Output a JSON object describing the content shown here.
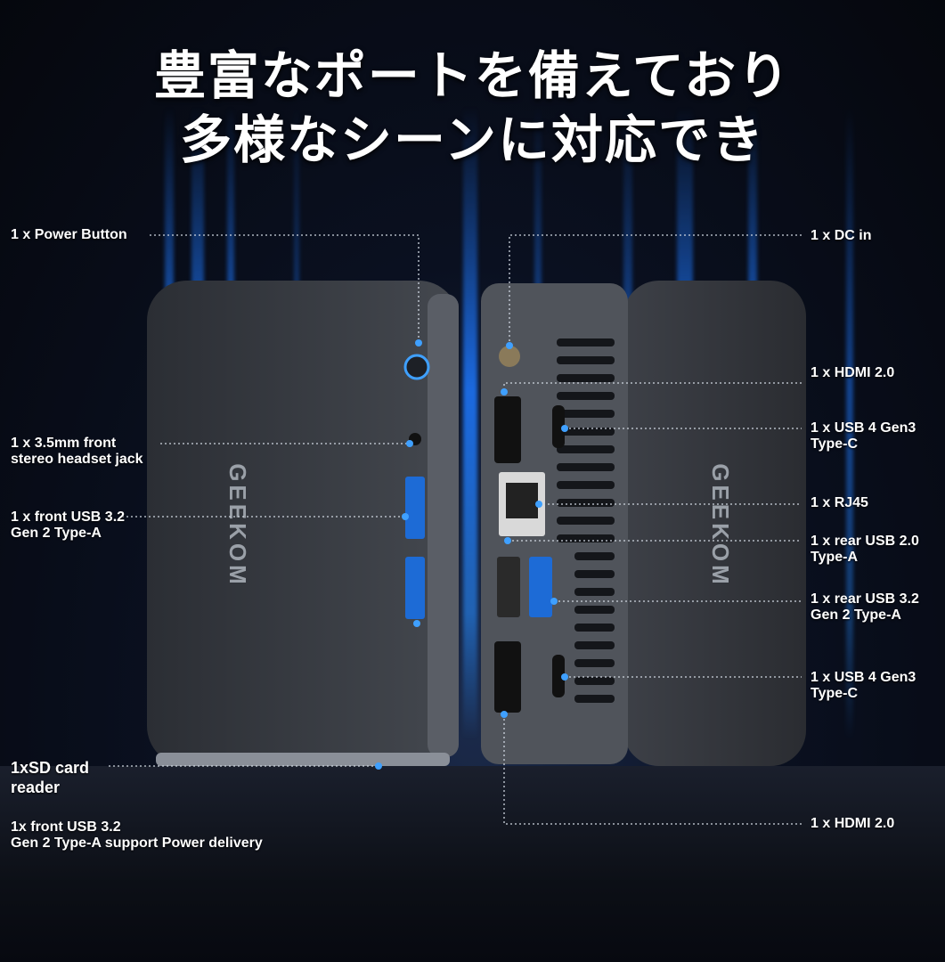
{
  "headline": {
    "line1": "豊富なポートを備えており",
    "line2": "多様なシーンに対応でき"
  },
  "brand_logo": "GEEKOM",
  "left_labels": [
    {
      "id": "power",
      "lines": [
        "1 x Power Button"
      ]
    },
    {
      "id": "headset",
      "lines": [
        "1 x 3.5mm front",
        "stereo headset jack"
      ]
    },
    {
      "id": "front-usb",
      "lines": [
        "1 x front USB 3.2",
        "Gen 2 Type-A"
      ]
    },
    {
      "id": "sd",
      "lines": [
        "1xSD card",
        "reader"
      ]
    },
    {
      "id": "front-usb-pd",
      "lines": [
        "1x front USB 3.2",
        "Gen 2 Type-A support Power delivery"
      ]
    }
  ],
  "right_labels": [
    {
      "id": "dc",
      "lines": [
        "1 x DC in"
      ]
    },
    {
      "id": "hdmi1",
      "lines": [
        "1 x HDMI 2.0"
      ]
    },
    {
      "id": "usb4a",
      "lines": [
        "1 x USB 4 Gen3",
        "Type-C"
      ]
    },
    {
      "id": "rj45",
      "lines": [
        "1 x RJ45"
      ]
    },
    {
      "id": "usb2",
      "lines": [
        "1 x rear USB 2.0",
        "Type-A"
      ]
    },
    {
      "id": "usb32",
      "lines": [
        "1 x rear USB 3.2",
        "Gen 2 Type-A"
      ]
    },
    {
      "id": "usb4b",
      "lines": [
        "1 x USB 4 Gen3",
        "Type-C"
      ]
    },
    {
      "id": "hdmi2",
      "lines": [
        "1 x HDMI 2.0"
      ]
    }
  ],
  "colors": {
    "accent": "#2f8cff",
    "device": "#3a3d44",
    "panel": "#55595f",
    "leader": "#cfd6e0"
  }
}
